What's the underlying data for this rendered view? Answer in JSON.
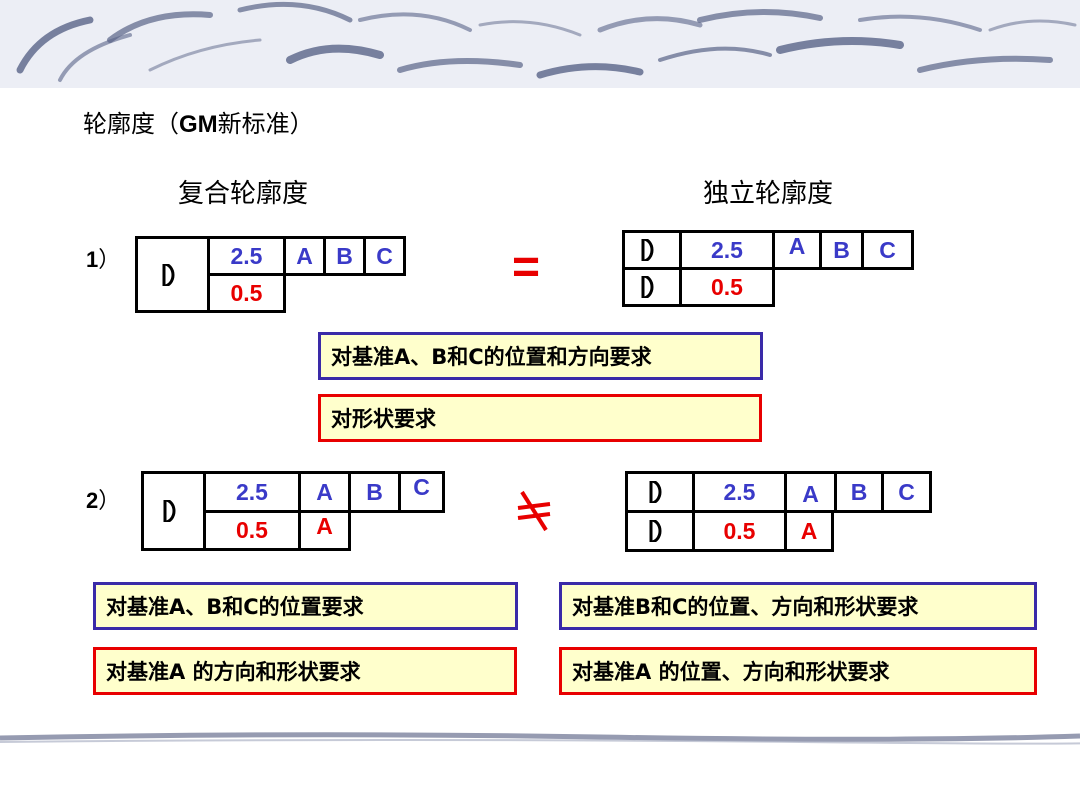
{
  "title": {
    "prefix": "轮廓度（",
    "bold": "GM",
    "suffix": "新标准）"
  },
  "headings": {
    "left": "复合轮廓度",
    "right": "独立轮廓度"
  },
  "row1": {
    "label": "1",
    "paren": "）",
    "left_frame": {
      "tol_top": "2.5",
      "tol_bottom": "0.5",
      "datums": [
        "A",
        "B",
        "C"
      ]
    },
    "relation": "=",
    "right_frame": {
      "tol_top": "2.5",
      "tol_bottom": "0.5",
      "datums": [
        "A",
        "B",
        "C"
      ]
    },
    "notes": {
      "blue": "对基准A、B和C的位置和方向要求",
      "red": "对形状要求"
    }
  },
  "row2": {
    "label": "2",
    "paren": "）",
    "left_frame": {
      "tol_top": "2.5",
      "tol_bottom": "0.5",
      "datums": [
        "A",
        "B",
        "C"
      ],
      "datum_bottom": "A"
    },
    "relation": "≠",
    "right_frame": {
      "tol_top": "2.5",
      "tol_bottom": "0.5",
      "datums": [
        "A",
        "B",
        "C"
      ],
      "datum_bottom": "A"
    },
    "notes": {
      "left_blue": "对基准A、B和C的位置要求",
      "left_red": "对基准A 的方向和形状要求",
      "right_blue": "对基准B和C的位置、方向和形状要求",
      "right_red": "对基准A 的位置、方向和形状要求"
    }
  },
  "colors": {
    "blue_text": "#3a3ac8",
    "red_text": "#e80000",
    "note_fill": "#ffffcc",
    "blue_border": "#3a2aa8",
    "red_border": "#e80000"
  },
  "icons": {
    "profile_symbol": "profile-of-surface-icon"
  }
}
